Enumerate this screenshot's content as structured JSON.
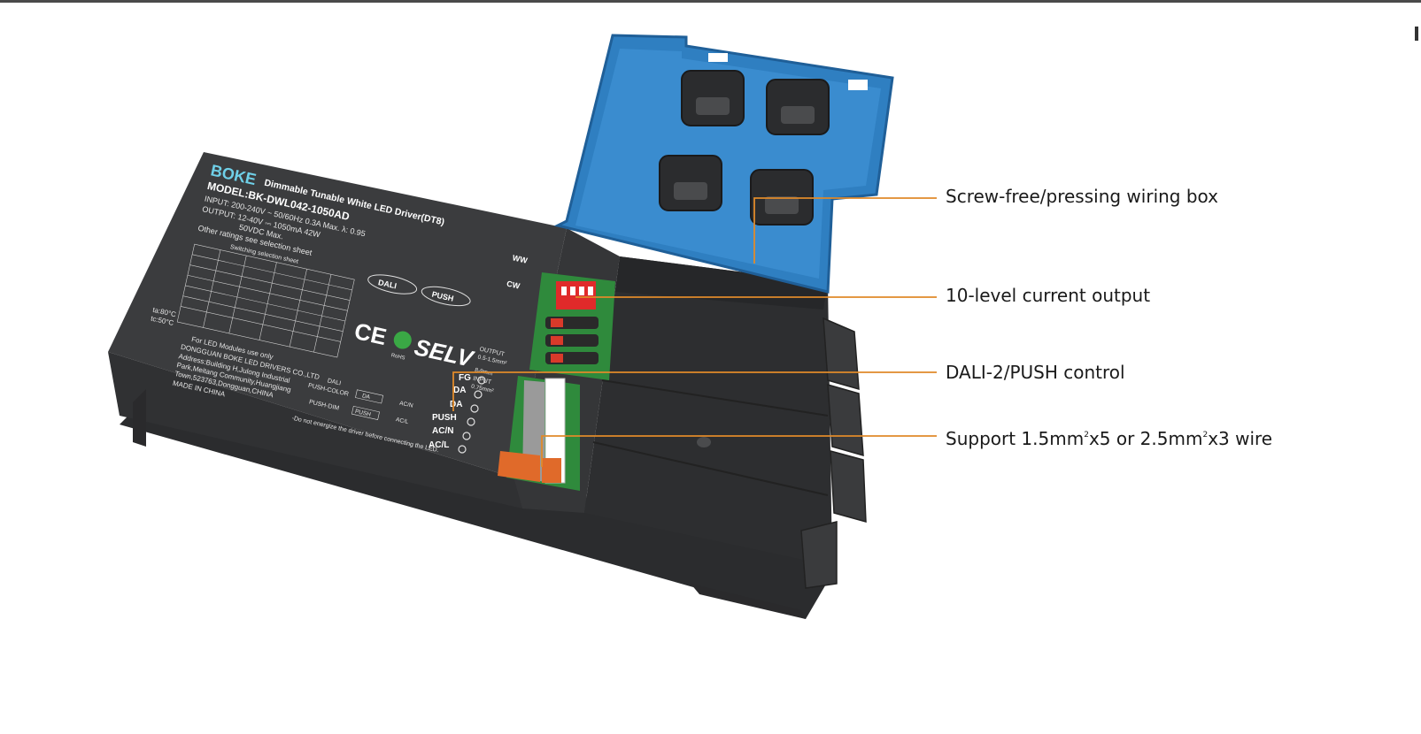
{
  "callouts": [
    {
      "label": "Screw-free/pressing wiring box"
    },
    {
      "label": "10-level current output"
    },
    {
      "label": "DALI-2/PUSH control"
    },
    {
      "label_before": "Support 1.5mm",
      "sup1": "2",
      "label_middle": "x5 or 2.5mm",
      "sup2": "2",
      "label_after": "x3 wire"
    }
  ],
  "device": {
    "brand": "BOKE",
    "title": "Dimmable Tunable White LED Driver(DT8)",
    "model": "MODEL:BK-DWL042-1050AD",
    "input": "INPUT: 200-240V ~ 50/60Hz 0.3A Max. λ: 0.95",
    "output": "OUTPUT: 12-40V ⎓ 1050mA 42W",
    "max_voltage": "50VDC Max.",
    "other_ratings": "Other ratings see selection sheet",
    "selection_sheet": "Switching selection sheet",
    "dali_logo": "DALI",
    "push_logo": "PUSH",
    "ce_mark": "CE",
    "selv_mark": "SELV",
    "rohs_mark": "RoHS",
    "ww_label": "WW",
    "cw_label": "CW",
    "output_wire": "OUTPUT",
    "output_wire_size": "0.5-1.5mm²",
    "strip_length": "8-9mm",
    "input_wire": "INPUT",
    "input_wire_size": "0.75mm²",
    "ta": "ta:80°C",
    "tc": "tc:50°C",
    "modules_note": "For LED Modules use only",
    "manufacturer": "DONGGUAN BOKE LED DRIVERS CO.,LTD",
    "address1": "Address:Building H,Julong Industrial",
    "address2": "Park,Meitang Community,Huangjiang",
    "address3": "Town,523763,Dongguan,CHINA",
    "made_in": "MADE IN CHINA",
    "wiring_dali": "DALI",
    "wiring_push_color": "PUSH-COLOR",
    "wiring_push_dim": "PUSH-DIM",
    "wiring_da": "DA",
    "wiring_push": "PUSH",
    "wiring_acn": "AC/N",
    "wiring_acl": "AC/L",
    "warning": "-Do not energize the driver before connecting the LED.",
    "terminals": [
      "FG",
      "DA",
      "DA",
      "PUSH",
      "AC/N",
      "AC/L"
    ]
  },
  "colors": {
    "body": "#3b3c3e",
    "body_dark": "#2b2c2e",
    "lid": "#2f7fc1",
    "lid_edge": "#1f5f98",
    "leader": "#e08a2a",
    "dip_red": "#e02a2a",
    "pcb_green": "#2f8a3c",
    "terminal_orange": "#e06a2a"
  }
}
